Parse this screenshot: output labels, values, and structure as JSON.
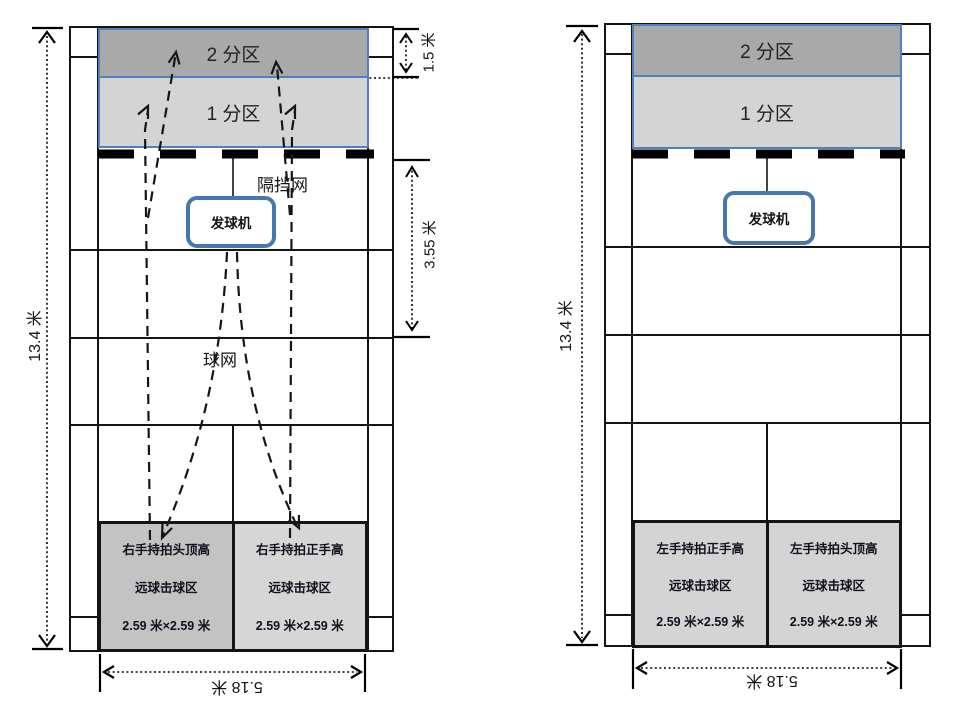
{
  "diagram_title": "badminton serving-machine training court diagram",
  "colors": {
    "accent_blue": "#4f81bd",
    "machine_border_blue": "#4678ae",
    "zone2_fill": "#a9a9a9",
    "zone1_fill": "#d5d4d4",
    "hit_zone_dark": "#c3c3c3",
    "hit_zone_light": "#d6d6d6",
    "hit_zone_right_court": "#d4d4d4",
    "line_black": "#141414"
  },
  "left_court": {
    "zone2_label": "2 分区",
    "zone1_label": "1 分区",
    "barrier_label": "隔挡网",
    "machine_label": "发球机",
    "net_label": "球网",
    "dim_height": "13.4 米",
    "dim_zone2_depth": "1.5 米",
    "dim_machine_to_net": "3.55 米",
    "dim_width": "5.18 米",
    "hit_zone_left": {
      "line1": "右手持拍头顶高",
      "line2": "远球击球区",
      "line3": "2.59 米×2.59 米"
    },
    "hit_zone_right": {
      "line1": "右手持拍正手高",
      "line2": "远球击球区",
      "line3": "2.59 米×2.59 米"
    }
  },
  "right_court": {
    "zone2_label": "2 分区",
    "zone1_label": "1 分区",
    "machine_label": "发球机",
    "dim_height": "13.4 米",
    "dim_width": "5.18 米",
    "hit_zone_left": {
      "line1": "左手持拍正手高",
      "line2": "远球击球区",
      "line3": "2.59 米×2.59 米"
    },
    "hit_zone_right": {
      "line1": "左手持拍头顶高",
      "line2": "远球击球区",
      "line3": "2.59 米×2.59 米"
    }
  }
}
